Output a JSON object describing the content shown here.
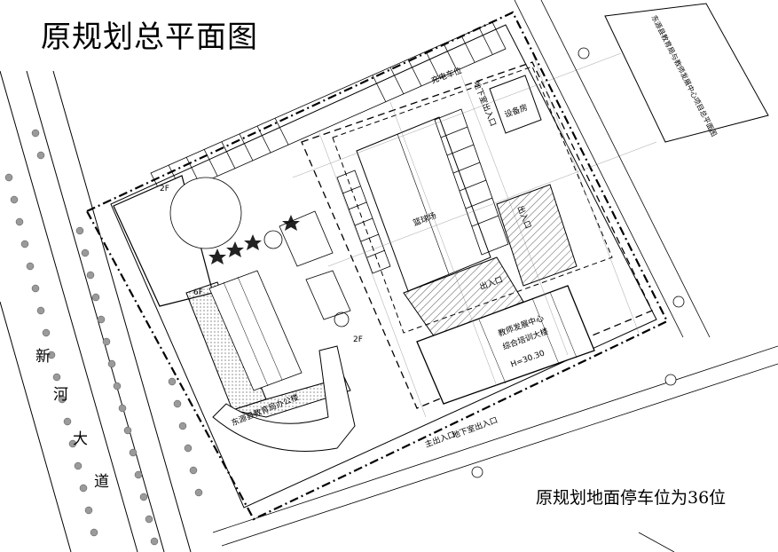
{
  "title": "原规划总平面图",
  "note": "原规划地面停车位为36位",
  "road": {
    "chars": [
      "新",
      "河",
      "大",
      "道"
    ]
  },
  "labels": {
    "office": "东源县教育局办公楼",
    "teacher_center_1": "教师发展中心",
    "teacher_center_2": "综合培训大楼",
    "height": "H=30.30",
    "court": "篮球场",
    "equipment": "设备房",
    "exit_top": "地下室出入口",
    "exit_bottom": "地下室出入口",
    "entrance_right": "出入口",
    "entrance_main": "出入口",
    "main_entrance": "主出入口",
    "floor_2f_a": "2F",
    "floor_6f": "6F",
    "floor_2f_b": "2F",
    "ev_parking": "充电车位",
    "side_text": "东源县教育局与教师发展中心项目总平面图"
  },
  "colors": {
    "line": "#000000",
    "hatch": "#555555",
    "tree": "#7a7a7a"
  }
}
